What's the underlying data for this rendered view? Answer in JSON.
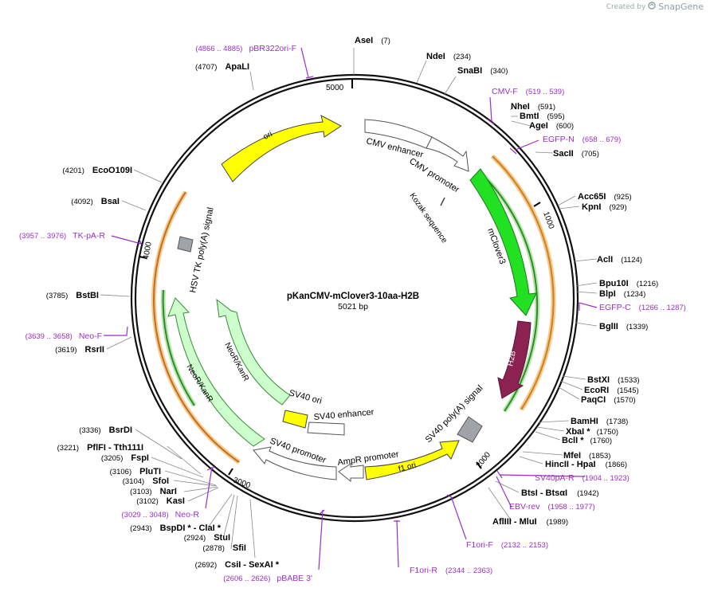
{
  "app": {
    "created_by": "Created by",
    "brand": "SnapGene"
  },
  "plasmid": {
    "name": "pKanCMV-mClover3-10aa-H2B",
    "length_label": "5021 bp",
    "total_bp": 5021,
    "ticks": [
      "1000",
      "2000",
      "3000",
      "4000",
      "5000"
    ]
  },
  "colors": {
    "backbone": "#111111",
    "enzyme_label": "#000000",
    "primer": "#9b2fc7",
    "ori": "#ffff00",
    "mclover": "#22e022",
    "h2b": "#8b2252",
    "neo_kan": "#ccffcc",
    "promoter": "#ffffff",
    "signal": "#a0a4a8",
    "orf_outer": "#f0a040",
    "orf_inner": "#2e8b2e"
  },
  "enzymes": [
    {
      "name": "AseI",
      "pos": "(7)"
    },
    {
      "name": "NdeI",
      "pos": "(234)"
    },
    {
      "name": "SnaBI",
      "pos": "(340)"
    },
    {
      "name": "NheI",
      "pos": "(591)"
    },
    {
      "name": "BmtI",
      "pos": "(595)"
    },
    {
      "name": "AgeI",
      "pos": "(600)"
    },
    {
      "name": "SacII",
      "pos": "(705)"
    },
    {
      "name": "Acc65I",
      "pos": "(925)"
    },
    {
      "name": "KpnI",
      "pos": "(929)"
    },
    {
      "name": "AclI",
      "pos": "(1124)"
    },
    {
      "name": "Bpu10I",
      "pos": "(1216)"
    },
    {
      "name": "BlpI",
      "pos": "(1234)"
    },
    {
      "name": "BglII",
      "pos": "(1339)"
    },
    {
      "name": "BstXI",
      "pos": "(1533)"
    },
    {
      "name": "EcoRI",
      "pos": "(1545)"
    },
    {
      "name": "PaqCI",
      "pos": "(1570)"
    },
    {
      "name": "BamHI",
      "pos": "(1738)"
    },
    {
      "name": "XbaI *",
      "pos": "(1750)"
    },
    {
      "name": "BclI *",
      "pos": "(1760)"
    },
    {
      "name": "MfeI",
      "pos": "(1853)"
    },
    {
      "name": "HincII - HpaI",
      "pos": "(1866)"
    },
    {
      "name": "BtsI - BtsαI",
      "pos": "(1942)"
    },
    {
      "name": "AflIII - MluI",
      "pos": "(1989)"
    },
    {
      "name": "CsiI - SexAI *",
      "pos": "(2692)"
    },
    {
      "name": "SfiI",
      "pos": "(2878)"
    },
    {
      "name": "StuI",
      "pos": "(2924)"
    },
    {
      "name": "BspDI * - ClaI *",
      "pos": "(2943)"
    },
    {
      "name": "KasI",
      "pos": "(3102)"
    },
    {
      "name": "NarI",
      "pos": "(3103)"
    },
    {
      "name": "SfoI",
      "pos": "(3104)"
    },
    {
      "name": "PluTI",
      "pos": "(3106)"
    },
    {
      "name": "FspI",
      "pos": "(3205)"
    },
    {
      "name": "PflFI - Tth111I",
      "pos": "(3221)"
    },
    {
      "name": "BsrDI",
      "pos": "(3336)"
    },
    {
      "name": "RsrII",
      "pos": "(3619)"
    },
    {
      "name": "BstBI",
      "pos": "(3785)"
    },
    {
      "name": "BsaI",
      "pos": "(4092)"
    },
    {
      "name": "EcoO109I",
      "pos": "(4201)"
    },
    {
      "name": "ApaLI",
      "pos": "(4707)"
    }
  ],
  "primers": [
    {
      "name": "pBR322ori-F",
      "range": "(4866 .. 4885)"
    },
    {
      "name": "CMV-F",
      "range": "(519 .. 539)"
    },
    {
      "name": "EGFP-N",
      "range": "(658 .. 679)"
    },
    {
      "name": "EGFP-C",
      "range": "(1266 .. 1287)"
    },
    {
      "name": "SV40pA-R",
      "range": "(1904 .. 1923)"
    },
    {
      "name": "EBV-rev",
      "range": "(1958 .. 1977)"
    },
    {
      "name": "F1ori-F",
      "range": "(2132 .. 2153)"
    },
    {
      "name": "F1ori-R",
      "range": "(2344 .. 2363)"
    },
    {
      "name": "pBABE 3'",
      "range": "(2606 .. 2626)"
    },
    {
      "name": "Neo-R",
      "range": "(3029 .. 3048)"
    },
    {
      "name": "Neo-F",
      "range": "(3639 .. 3658)"
    },
    {
      "name": "TK-pA-R",
      "range": "(3957 .. 3976)"
    }
  ],
  "features": {
    "ori": "ori",
    "cmv_enhancer": "CMV enhancer",
    "cmv_promoter": "CMV promoter",
    "kozak": "Kozak sequence",
    "mclover3": "mClover3",
    "h2b": "H2B",
    "sv40_polya": "SV40 poly(A) signal",
    "f1_ori": "f1 ori",
    "ampr_promoter": "AmpR promoter",
    "sv40_promoter_outer": "SV40 promoter",
    "sv40_ori": "SV40 ori",
    "sv40_enhancer": "SV40 enhancer",
    "neor_kanr_inner": "NeoR/KanR",
    "neor_kanr_outer": "NeoR/KanR",
    "hsv_tk": "HSV TK poly(A) signal"
  }
}
